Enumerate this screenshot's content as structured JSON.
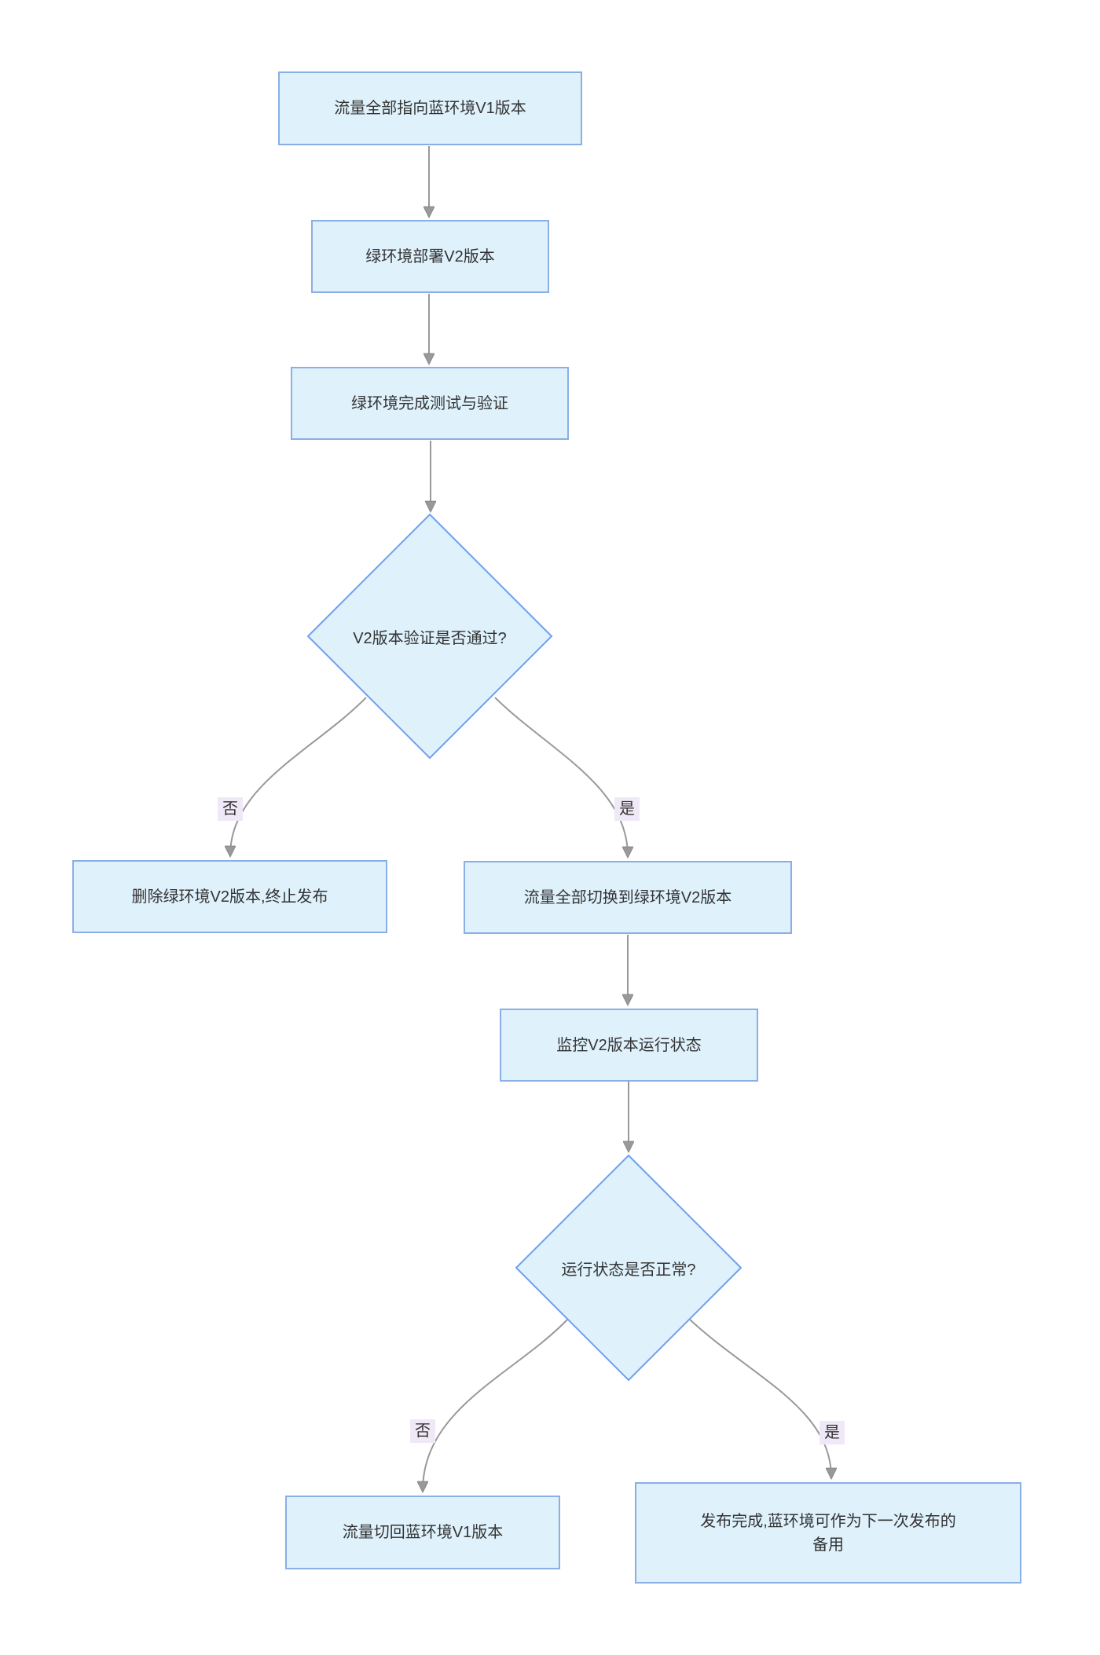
{
  "diagram": {
    "type": "flowchart",
    "direction": "top-down",
    "topic": "blue-green-deployment",
    "colors": {
      "background": "#ffffff",
      "node_fill": "#dff1fb",
      "node_border": "#8aaee6",
      "diamond_border": "#6f9ff0",
      "edge": "#999999",
      "label_bg": "#efe9f7",
      "text": "#333333"
    },
    "nodes": [
      {
        "id": "A",
        "shape": "rect",
        "label": "流量全部指向蓝环境V1版本"
      },
      {
        "id": "B",
        "shape": "rect",
        "label": "绿环境部署V2版本"
      },
      {
        "id": "C",
        "shape": "rect",
        "label": "绿环境完成测试与验证"
      },
      {
        "id": "D",
        "shape": "diamond",
        "label": "V2版本验证是否通过?"
      },
      {
        "id": "E",
        "shape": "rect",
        "label": "删除绿环境V2版本,终止发布"
      },
      {
        "id": "F",
        "shape": "rect",
        "label": "流量全部切换到绿环境V2版本"
      },
      {
        "id": "G",
        "shape": "rect",
        "label": "监控V2版本运行状态"
      },
      {
        "id": "H",
        "shape": "diamond",
        "label": "运行状态是否正常?"
      },
      {
        "id": "I",
        "shape": "rect",
        "label": "流量切回蓝环境V1版本"
      },
      {
        "id": "J",
        "shape": "rect",
        "label": "发布完成,蓝环境可作为下一次发布的\n备用"
      }
    ],
    "edges": [
      {
        "from": "A",
        "to": "B",
        "label": ""
      },
      {
        "from": "B",
        "to": "C",
        "label": ""
      },
      {
        "from": "C",
        "to": "D",
        "label": ""
      },
      {
        "from": "D",
        "to": "E",
        "label": "否"
      },
      {
        "from": "D",
        "to": "F",
        "label": "是"
      },
      {
        "from": "F",
        "to": "G",
        "label": ""
      },
      {
        "from": "G",
        "to": "H",
        "label": ""
      },
      {
        "from": "H",
        "to": "I",
        "label": "否"
      },
      {
        "from": "H",
        "to": "J",
        "label": "是"
      }
    ]
  }
}
